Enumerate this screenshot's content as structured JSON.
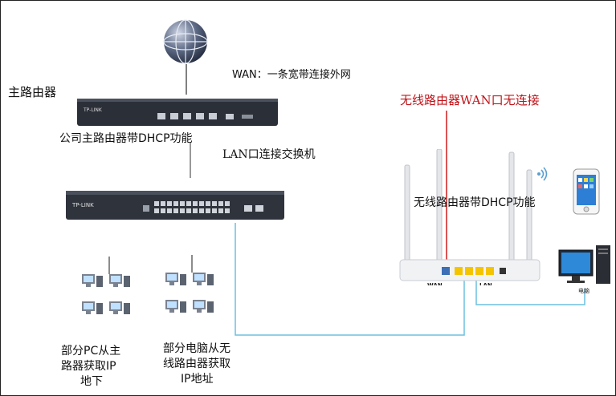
{
  "labels": {
    "main_router": "主路由器",
    "wan_note": "WAN：一条宽带连接外网",
    "company_router_dhcp": "公司主路由器带DHCP功能",
    "lan_to_switch": "LAN口连接交换机",
    "wireless_wan_unconnected": "无线路由器WAN口无连接",
    "wireless_dhcp": "无线路由器带DHCP功能",
    "pc_group_1": [
      "部分PC从主",
      "路器获取IP",
      "地下"
    ],
    "pc_group_2": [
      "部分电脑从无",
      "线路由器获取",
      "IP地址"
    ]
  },
  "device_text": {
    "router_brand": "TP-LINK",
    "switch_brand": "TP-LINK",
    "port_wan": "WAN",
    "port_lan": "LAN",
    "computer": "电脑"
  },
  "colors": {
    "red_label": "#c0141a",
    "red_line": "#d11a1a",
    "cable_blue": "#6cc0e0",
    "device_dark": "#2b2f38",
    "port_yellow": "#f5c400"
  },
  "icons": [
    "globe-icon",
    "router-device",
    "switch-device",
    "wireless-router-device",
    "smartphone-icon",
    "wifi-signal-icon",
    "desktop-computer-icon",
    "pc-cluster-icon"
  ]
}
